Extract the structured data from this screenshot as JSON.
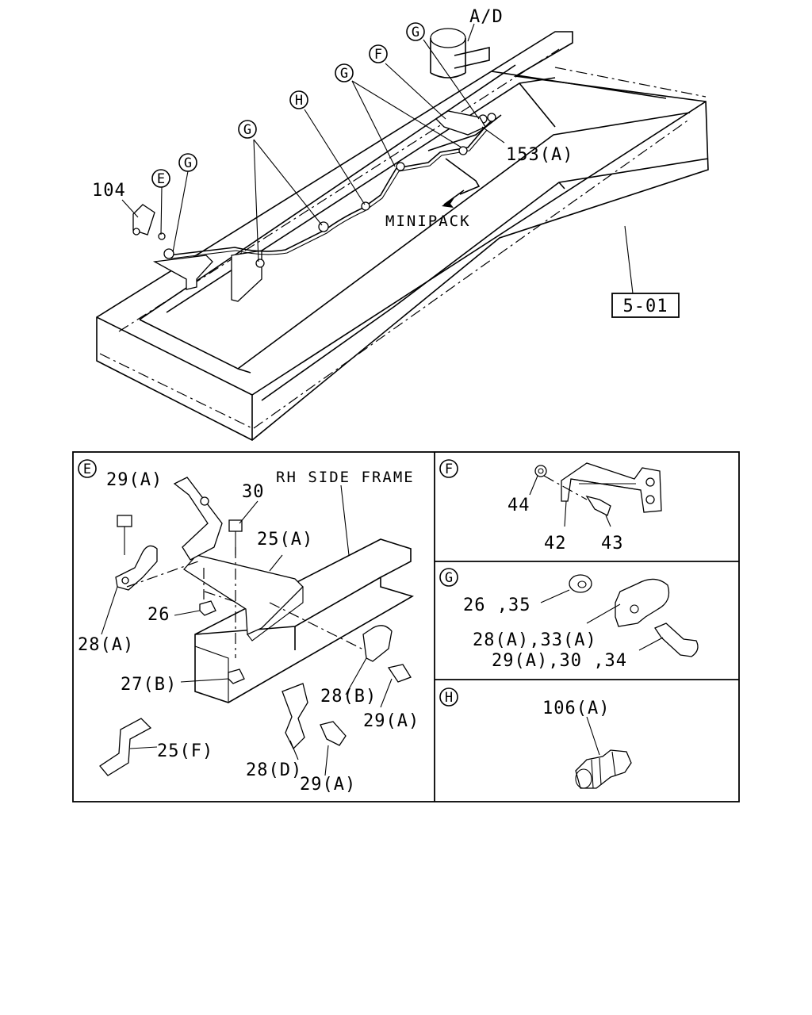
{
  "callouts": {
    "ad": "A/D",
    "g": "G",
    "f": "F",
    "h": "H",
    "e": "E",
    "p104": "104",
    "p153a": "153(A)",
    "minipack": "MINIPACK",
    "ref": "5-01"
  },
  "panel_e": {
    "tag": "E",
    "frame_label": "RH SIDE FRAME",
    "p29a_top": "29(A)",
    "p30": "30",
    "p25a": "25(A)",
    "p26": "26",
    "p28a": "28(A)",
    "p27b": "27(B)",
    "p28b": "28(B)",
    "p29a_right": "29(A)",
    "p25f": "25(F)",
    "p28d": "28(D)",
    "p29a_bottom": "29(A)"
  },
  "panel_f": {
    "tag": "F",
    "p44": "44",
    "p42": "42",
    "p43": "43"
  },
  "panel_g": {
    "tag": "G",
    "p26_35": "26 ,35",
    "p28a_33a": "28(A),33(A)",
    "p29a_30_34": "29(A),30 ,34"
  },
  "panel_h": {
    "tag": "H",
    "p106a": "106(A)"
  }
}
